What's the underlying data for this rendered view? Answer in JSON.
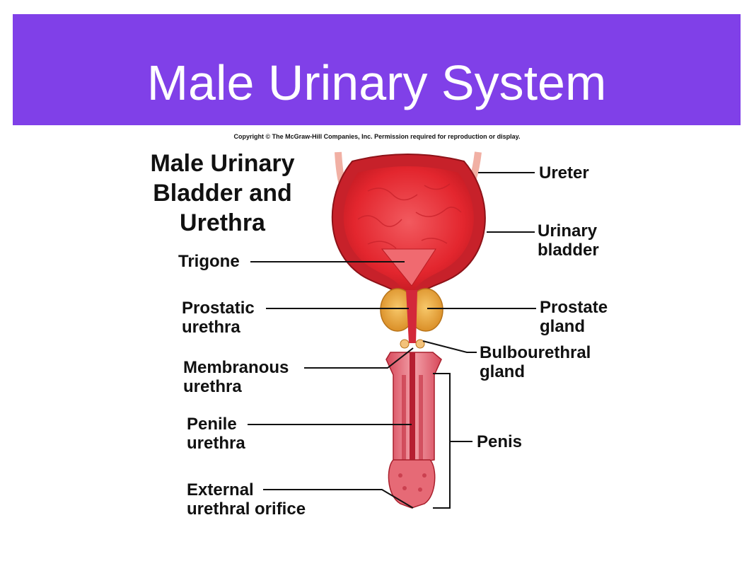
{
  "slide": {
    "title": "Male Urinary System"
  },
  "figure": {
    "copyright": "Copyright © The McGraw-Hill Companies, Inc. Permission required for reproduction or display.",
    "title_lines": [
      "Male Urinary",
      "Bladder and",
      "Urethra"
    ],
    "labels": {
      "ureter": "Ureter",
      "urinary_bladder": [
        "Urinary",
        "bladder"
      ],
      "trigone": "Trigone",
      "prostatic_urethra": [
        "Prostatic",
        "urethra"
      ],
      "prostate_gland": [
        "Prostate",
        "gland"
      ],
      "bulbourethral_gland": [
        "Bulbourethral",
        "gland"
      ],
      "membranous_urethra": [
        "Membranous",
        "urethra"
      ],
      "penile_urethra": [
        "Penile",
        "urethra"
      ],
      "penis": "Penis",
      "external_urethral_orifice": [
        "External",
        "urethral orifice"
      ]
    },
    "colors": {
      "title_bar": "#8040e8",
      "bladder_tissue": "#e8323a",
      "prostate": "#e6a13a",
      "leader_lines": "#111111"
    }
  }
}
